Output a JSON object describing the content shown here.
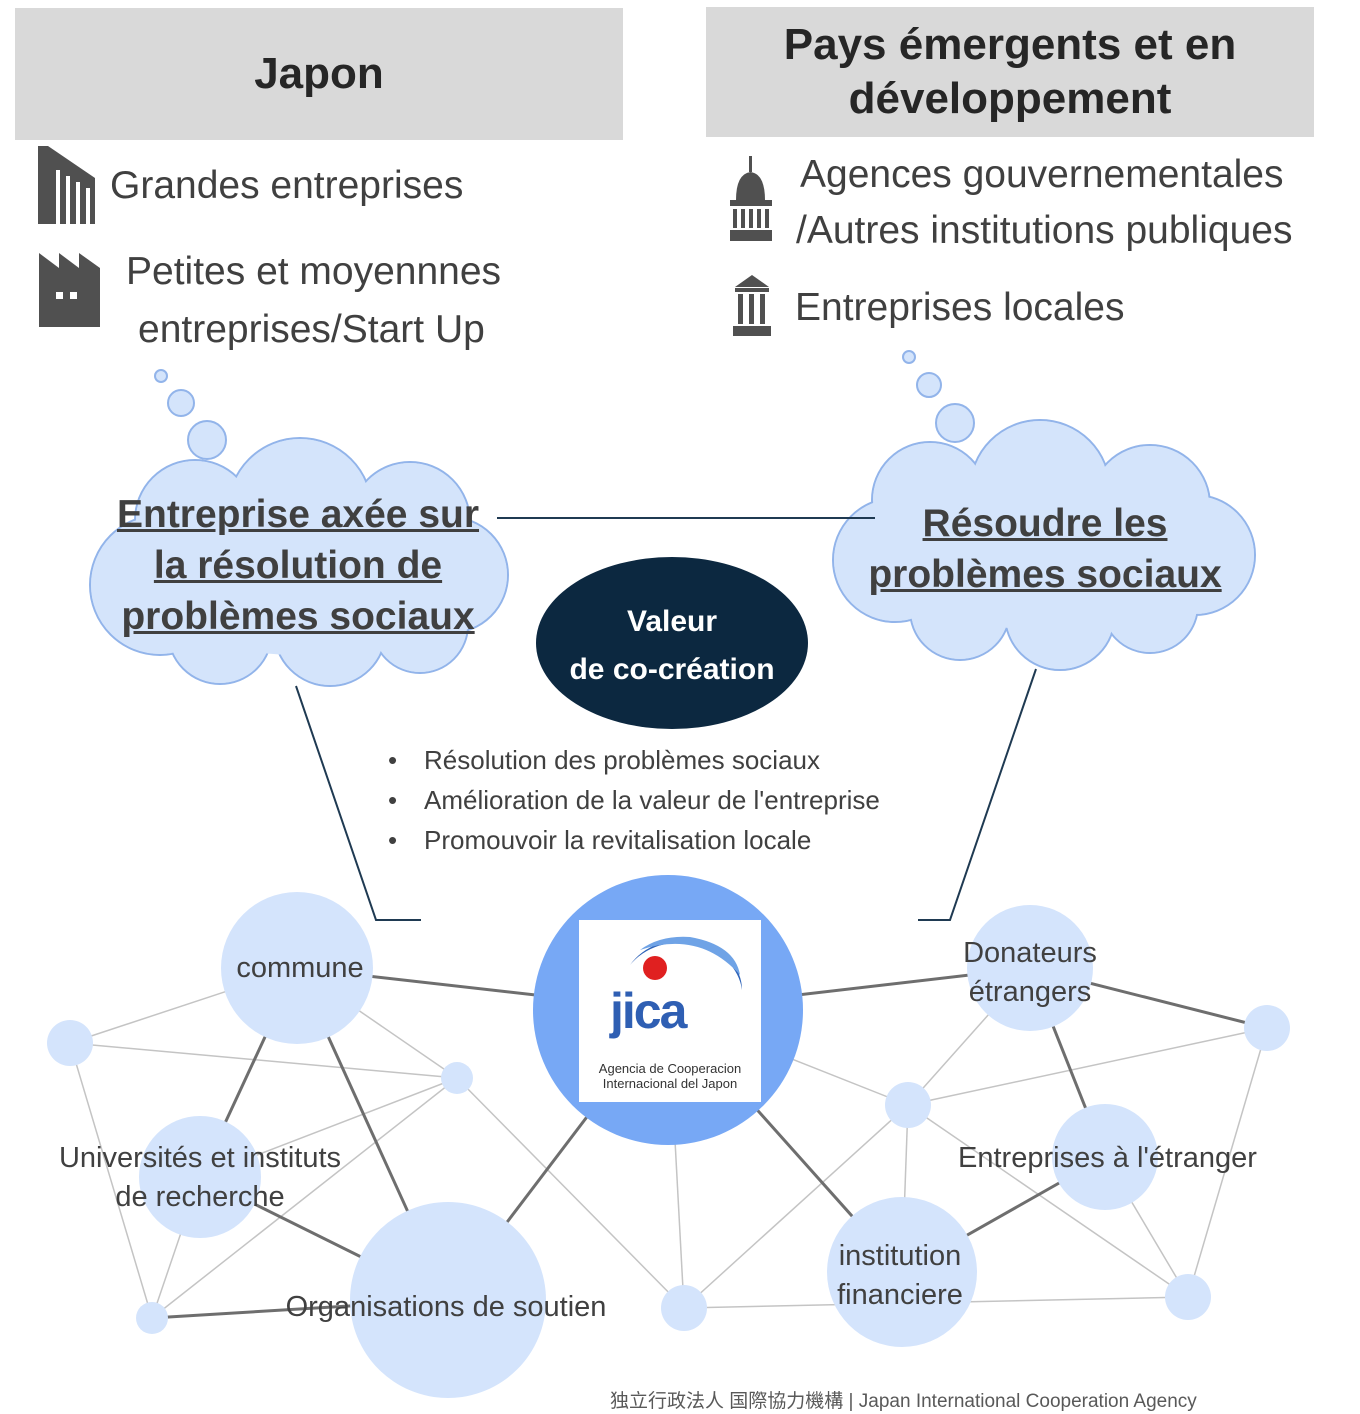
{
  "japan": {
    "title": "Japon",
    "items": [
      "Grandes entreprises",
      "Petites et moyennnes",
      "entreprises/Start Up"
    ]
  },
  "emerging": {
    "title_line1": "Pays émergents et en",
    "title_line2": "développement",
    "items": [
      "Agences gouvernementales",
      "/Autres institutions publiques",
      "Entreprises locales"
    ]
  },
  "clouds": {
    "left": [
      "Entreprise axée sur",
      "la résolution de",
      "problèmes sociaux"
    ],
    "right": [
      "Résoudre les",
      "problèmes sociaux"
    ]
  },
  "center": {
    "line1": "Valeur",
    "line2": "de co-création"
  },
  "bullets": [
    "Résolution des problèmes sociaux",
    "Amélioration de la valeur de l'entreprise",
    "Promouvoir la revitalisation locale"
  ],
  "network": {
    "commune": "commune",
    "universities": [
      "Universités et instituts",
      "de recherche"
    ],
    "support": "Organisations de soutien",
    "donors": [
      "Donateurs",
      "étrangers"
    ],
    "foreign_companies": "Entreprises à l'étranger",
    "financial": [
      "institution",
      "financiere"
    ]
  },
  "jica": {
    "logo": "jica",
    "caption_line1": "Agencia de Cooperacion",
    "caption_line2": "Internacional del Japon"
  },
  "footer": "独立行政法人 国際協力機構 | Japan International Cooperation Agency",
  "colors": {
    "header_bg": "#d9d9d9",
    "cloud_fill": "#d4e4fb",
    "bubble_fill": "#d4e4fc",
    "jica_circle": "#77a8f5",
    "center_ellipse": "#0c2840",
    "icon_gray": "#505050"
  }
}
